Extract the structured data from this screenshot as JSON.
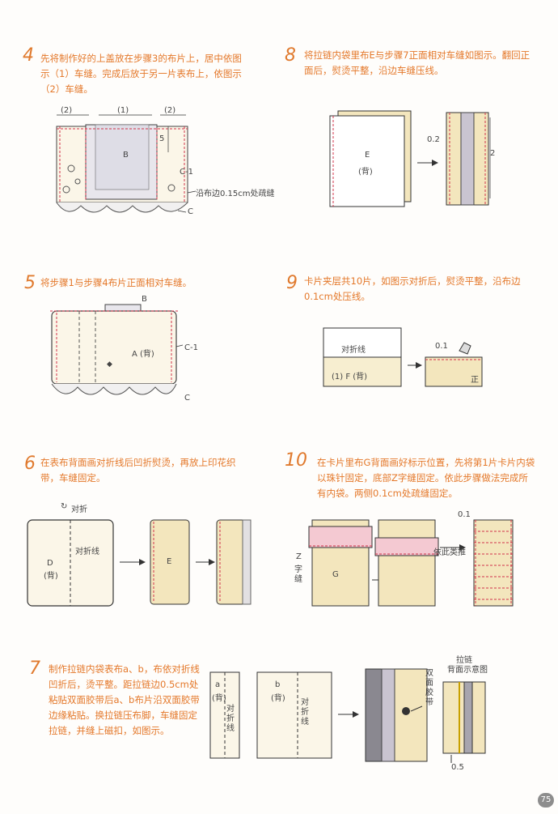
{
  "steps": {
    "s4": {
      "num": "4",
      "text": "先将制作好的上盖放在步骤3的布片上，居中依图示（1）车缝。完成后放于另一片表布上，依图示（2）车缝。",
      "labels": {
        "d2l": "(2)",
        "d1": "(1)",
        "d2r": "(2)",
        "B": "B",
        "five": "5",
        "C1": "C-1",
        "note": "沿布边0.15cm处疏缝",
        "C": "C"
      }
    },
    "s5": {
      "num": "5",
      "text": "将步骤1与步骤4布片正面相对车缝。",
      "labels": {
        "B": "B",
        "A": "A (背)",
        "C1": "C-1",
        "C": "C"
      }
    },
    "s6": {
      "num": "6",
      "text": "在表布背面画对折线后凹折熨烫，再放上印花织带，车缝固定。",
      "labels": {
        "fold": "对折",
        "D": "D",
        "back": "(背)",
        "foldline": "对折线",
        "E": "E"
      }
    },
    "s7": {
      "num": "7",
      "text": "制作拉链内袋表布a、b，布依对折线凹折后，烫平整。距拉链边0.5cm处粘贴双面胶带后a、b布片沿双面胶带边缘粘贴。换拉链压布脚，车缝固定拉链，并缝上磁扣，如图示。",
      "labels": {
        "a": "a",
        "aback": "(背)",
        "afold": "对折线",
        "b": "b",
        "bback": "(背)",
        "bfold": "对折线",
        "zip": "拉链",
        "zipback": "背面示意图",
        "tape": "双面胶带",
        "half": "0.5"
      }
    },
    "s8": {
      "num": "8",
      "text": "将拉链内袋里布E与步骤7正面相对车缝如图示。翻回正面后，熨烫平整，沿边车缝压线。",
      "labels": {
        "E": "E",
        "back": "(背)",
        "p2": "0.2",
        "two": "2"
      }
    },
    "s9": {
      "num": "9",
      "text": "卡片夹层共10片，如图示对折后，熨烫平整，沿布边0.1cm处压线。",
      "labels": {
        "foldline": "对折线",
        "F": "(1)  F (背)",
        "p1": "0.1",
        "front": "正"
      }
    },
    "s10": {
      "num": "10",
      "text": "在卡片里布G背面画好标示位置，先将第1片卡片内袋以珠针固定，底部Z字缝固定。依此步骤做法完成所有内袋。两侧0.1cm处疏缝固定。",
      "labels": {
        "p1": "0.1",
        "repeat": "依此类推",
        "z1": "Z",
        "z2": "字",
        "z3": "缝",
        "G": "G"
      }
    }
  },
  "page_number": "75",
  "colors": {
    "text": "#e4782a",
    "stitch": "#d0334a",
    "fabric": "#f7eed0",
    "line": "#333333"
  }
}
